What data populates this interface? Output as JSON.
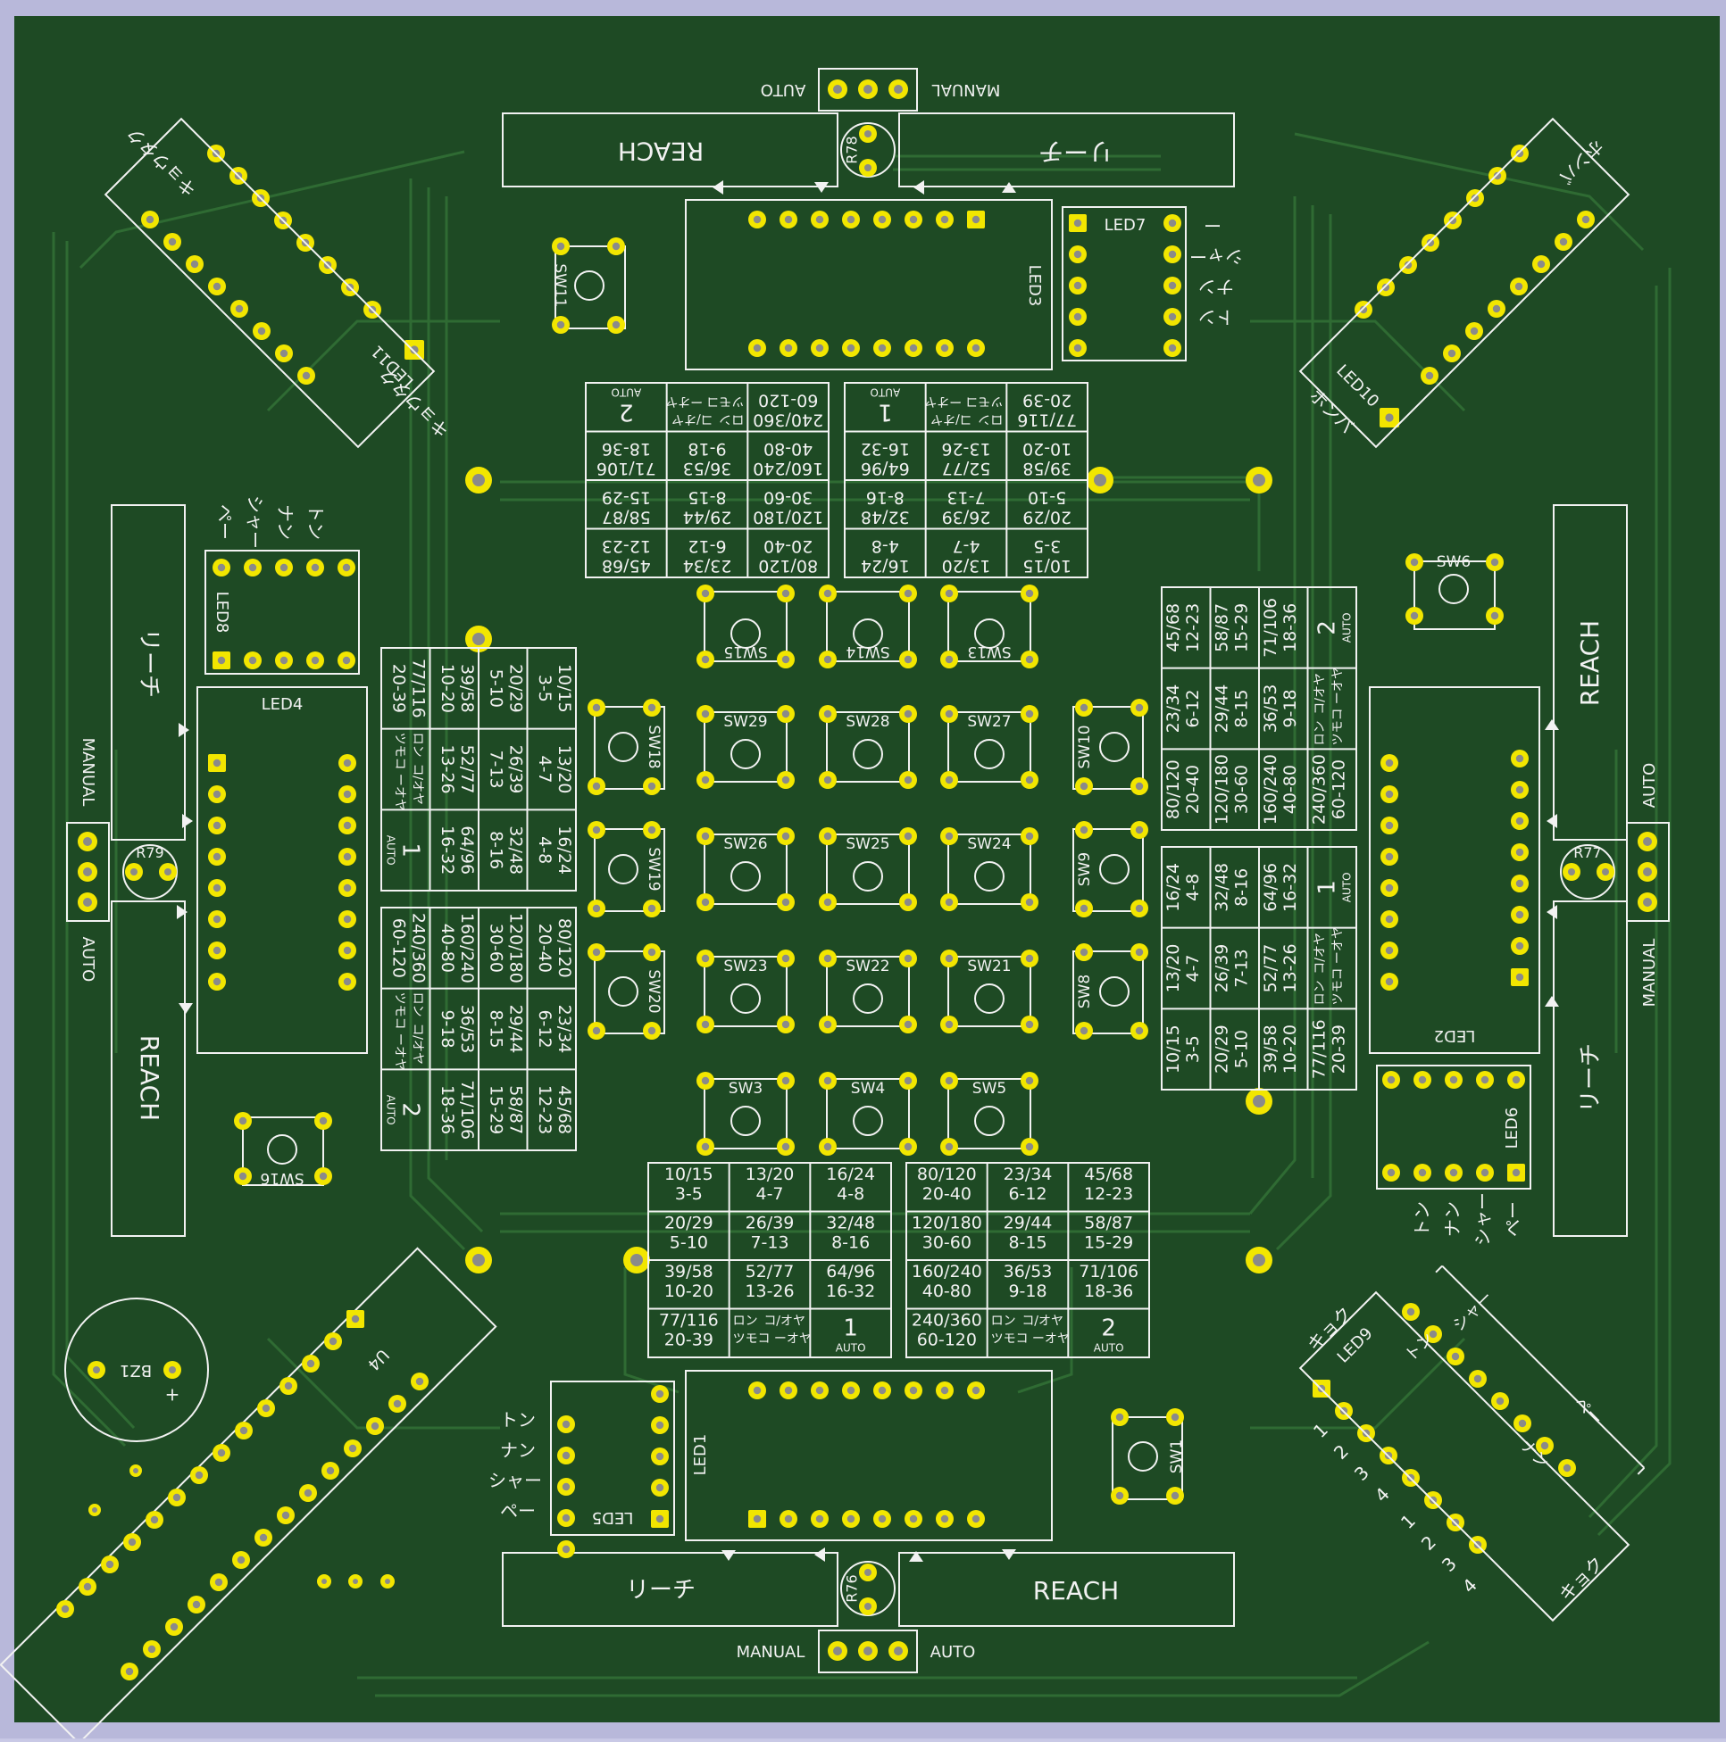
{
  "board": {
    "colors": {
      "background": "#b8b8da",
      "board": "#1e4a24",
      "trace": "#2f6b33",
      "pad": "#f2e600",
      "drill": "#8a8a8a",
      "silk": "#f2f2f2"
    }
  },
  "selectors": {
    "top": {
      "left": "AUTO",
      "right": "MANUAL",
      "ref": "R78"
    },
    "bottom": {
      "left": "MANUAL",
      "right": "AUTO",
      "ref": "R76"
    },
    "left": {
      "top": "MANUAL",
      "bottom": "AUTO",
      "ref": "R79"
    },
    "right": {
      "top": "AUTO",
      "bottom": "MANUAL",
      "ref": "R77"
    }
  },
  "reach_labels": {
    "top_left": "REACH",
    "top_right": "リーチ",
    "bottom_left": "リーチ",
    "bottom_right": "REACH",
    "left_top": "リーチ",
    "left_bottom": "REACH",
    "right_top": "REACH",
    "right_bottom": "リーチ"
  },
  "led_refs": {
    "led1": "LED1",
    "led2": "LED2",
    "led3": "LED3",
    "led4": "LED4",
    "led5": "LED5",
    "led6": "LED6",
    "led7": "LED7",
    "led8": "LED8",
    "led9": "LED9",
    "led10": "LED10",
    "led11": "LED11"
  },
  "seat_labels": {
    "top_right": [
      "ー",
      "シャー",
      "ナン",
      "トン"
    ],
    "left": [
      "トン",
      "ナン",
      "シャー",
      "ペー"
    ],
    "bottom": [
      "トン",
      "ナン",
      "シャー",
      "ペー"
    ],
    "right": [
      "トン",
      "ナン",
      "シャー",
      "ペー"
    ],
    "corner_tl_top": "キョウタク",
    "corner_tl_bottom": "キョウタク",
    "corner_tr_top": "ホンバ",
    "corner_tr_bottom": "ホンバ",
    "corner_br_top": "キョク",
    "corner_br_bottom": "キョク",
    "led9_labels": [
      "トン",
      "シャー",
      "ナン",
      "ペー"
    ],
    "led9_numbers": [
      "1",
      "2",
      "3",
      "4",
      "1",
      "2",
      "3",
      "4"
    ]
  },
  "switches": {
    "grid": [
      [
        "SW29",
        "SW28",
        "SW27"
      ],
      [
        "SW26",
        "SW25",
        "SW24"
      ],
      [
        "SW23",
        "SW22",
        "SW21"
      ],
      [
        "SW3",
        "SW4",
        "SW5"
      ]
    ],
    "top_row": [
      "SW15",
      "SW14",
      "SW13"
    ],
    "left_col": [
      "SW18",
      "SW19",
      "SW20"
    ],
    "right_col": [
      "SW10",
      "SW9",
      "SW8"
    ],
    "sw1": "SW1",
    "sw6": "SW6",
    "sw11": "SW11",
    "sw16": "SW16"
  },
  "misc": {
    "buzzer": "BZ1",
    "buzzer_plus": "+",
    "ic": "U4"
  },
  "tables": {
    "t1": {
      "rows": [
        [
          "10/15",
          "3-5",
          "13/20",
          "4-7",
          "16/24",
          "4-8"
        ],
        [
          "20/29",
          "5-10",
          "26/39",
          "7-13",
          "32/48",
          "8-16"
        ],
        [
          "39/58",
          "10-20",
          "52/77",
          "13-26",
          "64/96",
          "16-32"
        ]
      ],
      "last": {
        "a1": "77/116",
        "a2": "20-39",
        "b1": "ロン",
        "b2": "ツモ",
        "c1": "コ/オヤ",
        "c2": "コ ーオヤ",
        "num": "1",
        "auto": "AUTO"
      }
    },
    "t2": {
      "rows": [
        [
          "80/120",
          "20-40",
          "23/34",
          "6-12",
          "45/68",
          "12-23"
        ],
        [
          "120/180",
          "30-60",
          "29/44",
          "8-15",
          "58/87",
          "15-29"
        ],
        [
          "160/240",
          "40-80",
          "36/53",
          "9-18",
          "71/106",
          "18-36"
        ]
      ],
      "last": {
        "a1": "240/360",
        "a2": "60-120",
        "b1": "ロン",
        "b2": "ツモ",
        "c1": "コ/オヤ",
        "c2": "コ ーオヤ",
        "num": "2",
        "auto": "AUTO"
      }
    }
  }
}
